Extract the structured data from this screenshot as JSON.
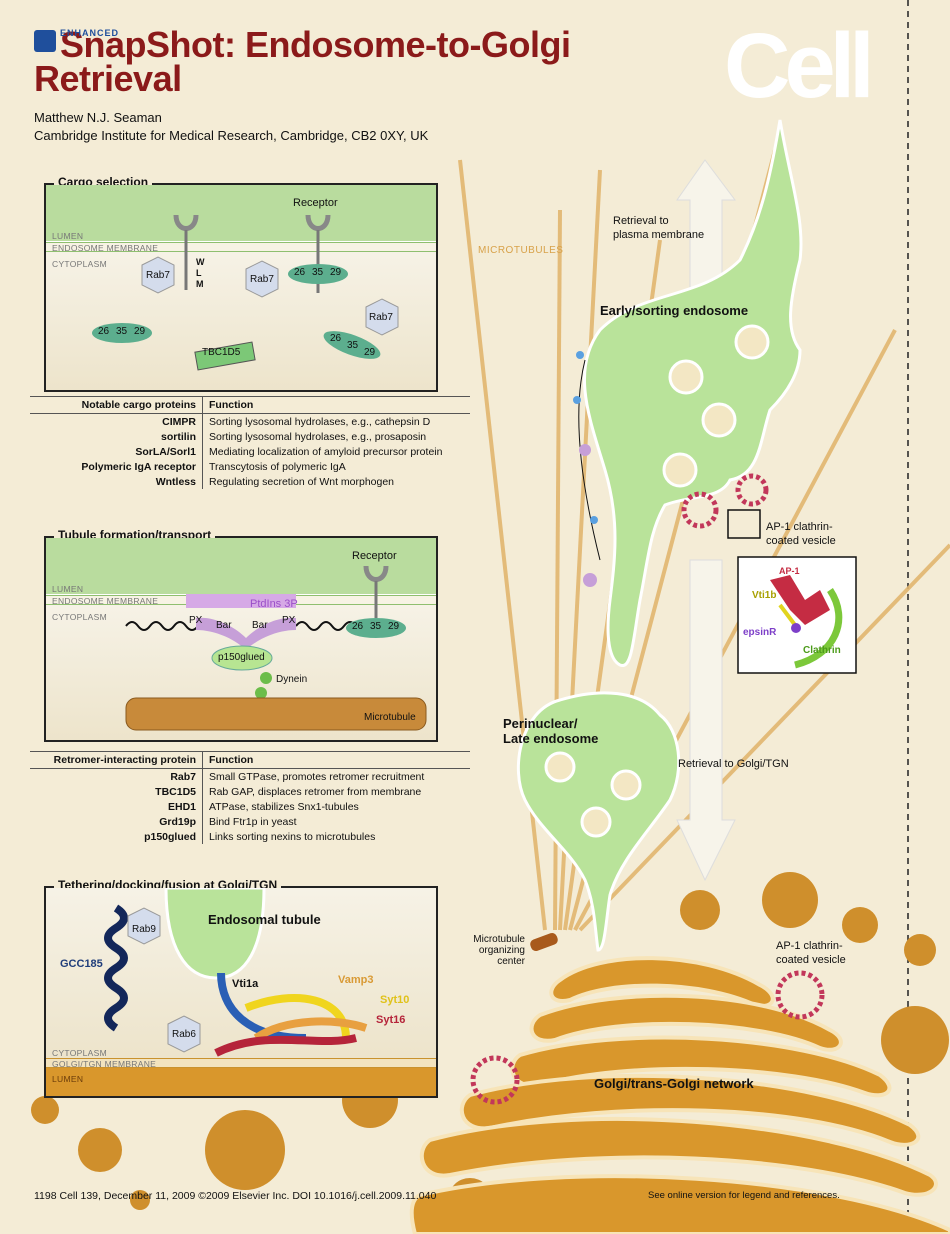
{
  "header": {
    "badge_text": "ENHANCED",
    "title_line1": "SnapShot: Endosome-to-Golgi",
    "title_line2": "Retrieval",
    "author": "Matthew N.J. Seaman",
    "affiliation": "Cambridge Institute for Medical Research, Cambridge, CB2 0XY, UK",
    "journal_logo": "Cell"
  },
  "panel1": {
    "title": "Cargo selection",
    "lumen": "LUMEN",
    "membrane": "ENDOSOME MEMBRANE",
    "cytoplasm": "CYTOPLASM",
    "receptor": "Receptor",
    "wlm": [
      "W",
      "L",
      "M"
    ],
    "rab7": "Rab7",
    "tbc1d5": "TBC1D5",
    "retromer": [
      "26",
      "35",
      "29"
    ]
  },
  "cargo_table": {
    "header_left": "Notable cargo proteins",
    "header_right": "Function",
    "rows": [
      {
        "name": "CIMPR",
        "fn": "Sorting lysosomal hydrolases, e.g., cathepsin D"
      },
      {
        "name": "sortilin",
        "fn": "Sorting lysosomal hydrolases, e.g., prosaposin"
      },
      {
        "name": "SorLA/Sorl1",
        "fn": "Mediating localization of amyloid precursor protein"
      },
      {
        "name": "Polymeric IgA receptor",
        "fn": "Transcytosis of polymeric IgA"
      },
      {
        "name": "Wntless",
        "fn": "Regulating secretion of Wnt morphogen"
      }
    ]
  },
  "panel2": {
    "title": "Tubule formation/transport",
    "lumen": "LUMEN",
    "membrane": "ENDOSOME MEMBRANE",
    "cytoplasm": "CYTOPLASM",
    "receptor": "Receptor",
    "ptdins": "PtdIns 3P",
    "px": "PX",
    "bar": "Bar",
    "p150": "p150glued",
    "dynein": "Dynein",
    "microtubule": "Microtubule",
    "retromer": [
      "26",
      "35",
      "29"
    ]
  },
  "retromer_table": {
    "header_left": "Retromer-interacting protein",
    "header_right": "Function",
    "rows": [
      {
        "name": "Rab7",
        "fn": "Small GTPase, promotes retromer recruitment"
      },
      {
        "name": "TBC1D5",
        "fn": "Rab GAP, displaces retromer from membrane"
      },
      {
        "name": "EHD1",
        "fn": "ATPase, stabilizes Snx1-tubules"
      },
      {
        "name": "Grd19p",
        "fn": "Bind Ftr1p in yeast"
      },
      {
        "name": "p150glued",
        "fn": "Links sorting nexins to microtubules"
      }
    ]
  },
  "panel3": {
    "title": "Tethering/docking/fusion at Golgi/TGN",
    "endosomal_tubule": "Endosomal tubule",
    "rab9": "Rab9",
    "gcc185": "GCC185",
    "vti1a": "Vti1a",
    "vamp3": "Vamp3",
    "syt10": "Syt10",
    "syt16": "Syt16",
    "rab6": "Rab6",
    "cytoplasm": "CYTOPLASM",
    "membrane": "GOLGI/TGN MEMBRANE",
    "lumen": "LUMEN"
  },
  "main": {
    "microtubules": "MICROTUBULES",
    "retrieval_pm": [
      "Retrieval to",
      "plasma membrane"
    ],
    "early_endosome": "Early/sorting endosome",
    "ap1_vesicle": [
      "AP-1 clathrin-",
      "coated vesicle"
    ],
    "inset": {
      "ap1": "AP-1",
      "vti1b": "Vti1b",
      "epsinr": "epsinR",
      "clathrin": "Clathrin"
    },
    "late_endosome": [
      "Perinuclear/",
      "Late endosome"
    ],
    "retrieval_golgi": "Retrieval to Golgi/TGN",
    "mtoc": [
      "Microtubule",
      "organizing",
      "center"
    ],
    "ap1_vesicle2": [
      "AP-1 clathrin-",
      "coated vesicle"
    ],
    "golgi": "Golgi/trans-Golgi network"
  },
  "footer": {
    "left": "1198   Cell 139, December 11, 2009 ©2009 Elsevier Inc.    DOI 10.1016/j.cell.2009.11.040",
    "right": "See online version for legend and references."
  },
  "colors": {
    "title": "#8b1a1a",
    "endosome_green": "#b9e39a",
    "golgi_orange": "#d9972c",
    "background": "#f4ecd6"
  }
}
